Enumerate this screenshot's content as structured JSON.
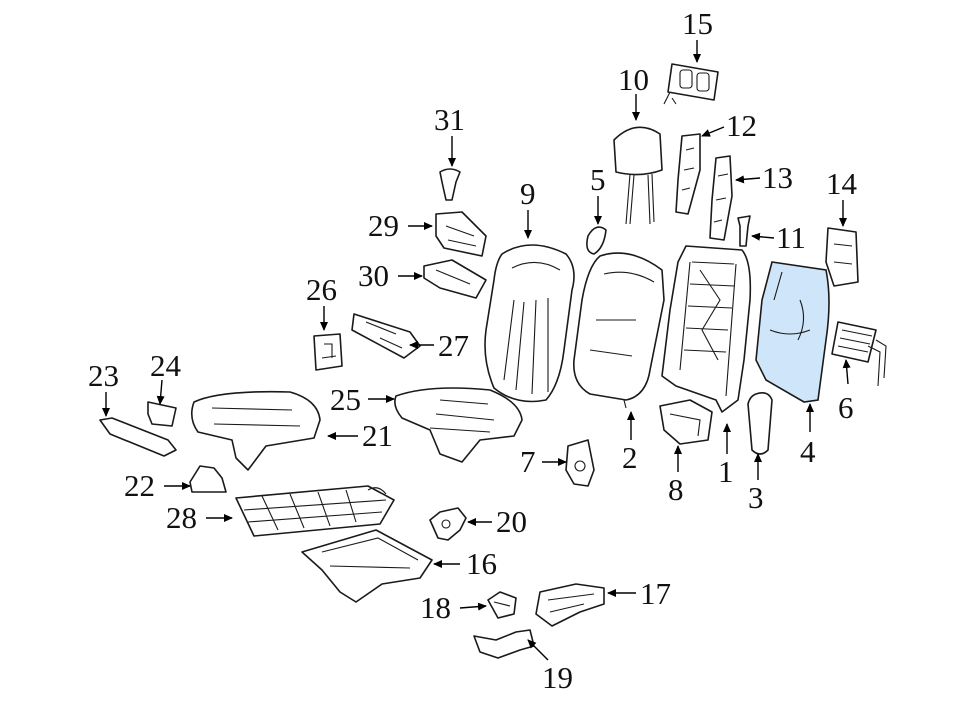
{
  "highlight_color": "#cfe6fa",
  "callouts": {
    "c1": "1",
    "c2": "2",
    "c3": "3",
    "c4": "4",
    "c5": "5",
    "c6": "6",
    "c7": "7",
    "c8": "8",
    "c9": "9",
    "c10": "10",
    "c11": "11",
    "c12": "12",
    "c13": "13",
    "c14": "14",
    "c15": "15",
    "c16": "16",
    "c17": "17",
    "c18": "18",
    "c19": "19",
    "c20": "20",
    "c21": "21",
    "c22": "22",
    "c23": "23",
    "c24": "24",
    "c25": "25",
    "c26": "26",
    "c27": "27",
    "c28": "28",
    "c29": "29",
    "c30": "30",
    "c31": "31"
  }
}
